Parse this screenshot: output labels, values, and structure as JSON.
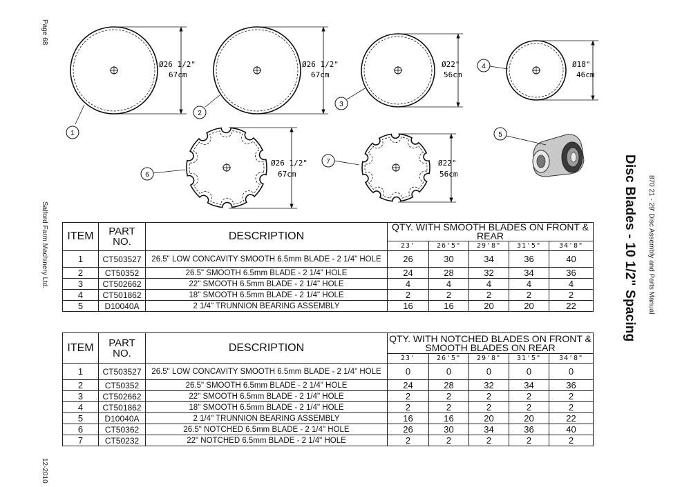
{
  "side": {
    "page": "Page 68",
    "company": "Salford Farm Machinery Ltd.",
    "date": "12-2010",
    "manual": "870 21 - 29' Disc Assembly and Parts Manual",
    "title": "Disc Blades - 10 1/2\" Spacing"
  },
  "drawing": {
    "callouts": [
      "1",
      "2",
      "3",
      "4",
      "5",
      "6",
      "7"
    ],
    "dims": [
      {
        "dia": "Ø26 1/2\"",
        "cm": "67cm"
      },
      {
        "dia": "Ø26 1/2\"",
        "cm": "67cm"
      },
      {
        "dia": "Ø22\"",
        "cm": "56cm"
      },
      {
        "dia": "Ø18\"",
        "cm": "46cm"
      },
      {
        "dia": "Ø26 1/2\"",
        "cm": "67cm"
      },
      {
        "dia": "Ø22\"",
        "cm": "56cm"
      }
    ]
  },
  "table1": {
    "h_item": "ITEM",
    "h_part": "PART NO.",
    "h_desc": "DESCRIPTION",
    "h_qty": "QTY. WITH SMOOTH BLADES ON FRONT & REAR",
    "sizes": [
      "23'",
      "26'5\"",
      "29'8\"",
      "31'5\"",
      "34'8\""
    ],
    "rows": [
      {
        "item": "1",
        "part": "CT503527",
        "desc": "26.5\" LOW CONCAVITY SMOOTH 6.5mm BLADE - 2 1/4\" HOLE",
        "q": [
          "26",
          "30",
          "34",
          "36",
          "40"
        ]
      },
      {
        "item": "2",
        "part": "CT50352",
        "desc": "26.5\" SMOOTH 6.5mm BLADE - 2 1/4\" HOLE",
        "q": [
          "24",
          "28",
          "32",
          "34",
          "36"
        ]
      },
      {
        "item": "3",
        "part": "CT502662",
        "desc": "22\" SMOOTH 6.5mm BLADE - 2 1/4\" HOLE",
        "q": [
          "4",
          "4",
          "4",
          "4",
          "4"
        ]
      },
      {
        "item": "4",
        "part": "CT501862",
        "desc": "18\" SMOOTH 6.5mm BLADE - 2 1/4\" HOLE",
        "q": [
          "2",
          "2",
          "2",
          "2",
          "2"
        ]
      },
      {
        "item": "5",
        "part": "D10040A",
        "desc": "2 1/4\" TRUNNION BEARING ASSEMBLY",
        "q": [
          "16",
          "16",
          "20",
          "20",
          "22"
        ]
      }
    ]
  },
  "table2": {
    "h_item": "ITEM",
    "h_part": "PART NO.",
    "h_desc": "DESCRIPTION",
    "h_qty": "QTY. WITH NOTCHED BLADES ON FRONT & SMOOTH BLADES ON REAR",
    "sizes": [
      "23'",
      "26'5\"",
      "29'8\"",
      "31'5\"",
      "34'8\""
    ],
    "rows": [
      {
        "item": "1",
        "part": "CT503527",
        "desc": "26.5\" LOW CONCAVITY SMOOTH 6.5mm BLADE - 2 1/4\" HOLE",
        "q": [
          "0",
          "0",
          "0",
          "0",
          "0"
        ]
      },
      {
        "item": "2",
        "part": "CT50352",
        "desc": "26.5\" SMOOTH 6.5mm BLADE - 2 1/4\" HOLE",
        "q": [
          "24",
          "28",
          "32",
          "34",
          "36"
        ]
      },
      {
        "item": "3",
        "part": "CT502662",
        "desc": "22\" SMOOTH 6.5mm BLADE - 2 1/4\" HOLE",
        "q": [
          "2",
          "2",
          "2",
          "2",
          "2"
        ]
      },
      {
        "item": "4",
        "part": "CT501862",
        "desc": "18\" SMOOTH 6.5mm BLADE - 2 1/4\" HOLE",
        "q": [
          "2",
          "2",
          "2",
          "2",
          "2"
        ]
      },
      {
        "item": "5",
        "part": "D10040A",
        "desc": "2 1/4\" TRUNNION BEARING ASSEMBLY",
        "q": [
          "16",
          "16",
          "20",
          "20",
          "22"
        ]
      },
      {
        "item": "6",
        "part": "CT50362",
        "desc": "26.5\" NOTCHED 6.5mm BLADE - 2 1/4\" HOLE",
        "q": [
          "26",
          "30",
          "34",
          "36",
          "40"
        ]
      },
      {
        "item": "7",
        "part": "CT50232",
        "desc": "22\" NOTCHED 6.5mm BLADE - 2 1/4\" HOLE",
        "q": [
          "2",
          "2",
          "2",
          "2",
          "2"
        ]
      }
    ]
  }
}
